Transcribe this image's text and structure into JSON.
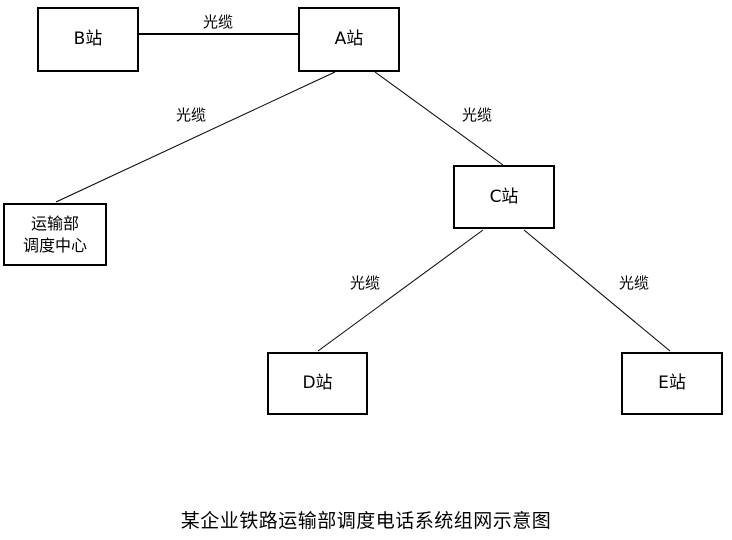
{
  "diagram": {
    "caption": "某企业铁路运输部调度电话系统组网示意图",
    "nodes": {
      "b": {
        "label": "B站"
      },
      "a": {
        "label": "A站"
      },
      "dispatch_center": {
        "label": "运输部\n调度中心"
      },
      "c": {
        "label": "C站"
      },
      "d": {
        "label": "D站"
      },
      "e": {
        "label": "E站"
      }
    },
    "links": {
      "b_a": {
        "from": "B站",
        "to": "A站",
        "label": "光缆"
      },
      "a_dispatch": {
        "from": "A站",
        "to": "运输部调度中心",
        "label": "光缆"
      },
      "a_c": {
        "from": "A站",
        "to": "C站",
        "label": "光缆"
      },
      "c_d": {
        "from": "C站",
        "to": "D站",
        "label": "光缆"
      },
      "c_e": {
        "from": "C站",
        "to": "E站",
        "label": "光缆"
      }
    },
    "colors": {
      "stroke": "#000000",
      "background": "#ffffff",
      "text": "#000000"
    }
  }
}
